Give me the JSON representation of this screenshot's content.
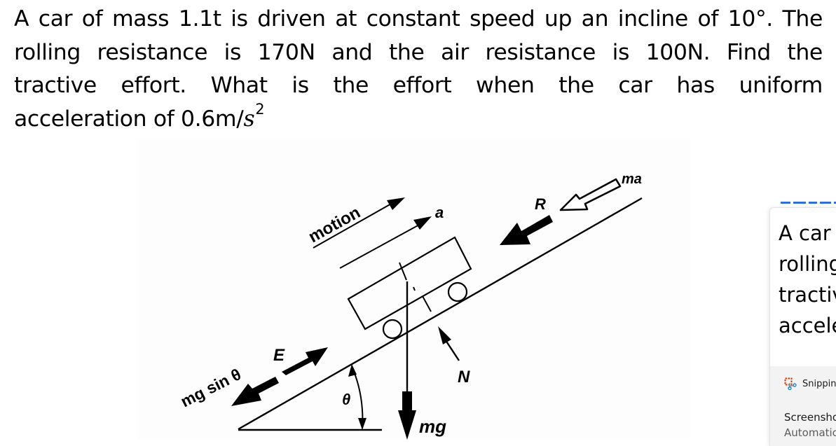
{
  "question": {
    "lines": [
      [
        "A",
        "car",
        "of",
        "mass",
        "1.1t",
        "is",
        "driven",
        "at",
        "constant",
        "speed",
        "up",
        "an",
        "incline",
        "of",
        "10°.",
        "The"
      ],
      [
        "rolling",
        "resistance",
        "is",
        "170N",
        "and",
        "the",
        "air",
        "resistance",
        "is",
        "100N.",
        "Find",
        "the"
      ],
      [
        "tractive",
        "effort.",
        "What",
        "is",
        "the",
        "effort",
        "when",
        "the",
        "car",
        "has",
        "uniform"
      ]
    ],
    "last_line_prefix": "acceleration of 0.6m/",
    "last_line_var": "s",
    "last_line_exponent": "2",
    "values": {
      "mass": "1.1t",
      "incline_angle": "10°",
      "rolling_resistance": "170N",
      "air_resistance": "100N",
      "acceleration": "0.6m/s²"
    }
  },
  "diagram": {
    "labels": {
      "motion": "motion",
      "acceleration": "a",
      "resistance": "R",
      "inertia": "ma",
      "normal": "N",
      "weight": "mg",
      "angle": "θ",
      "effort": "E",
      "component": "mg sin θ"
    },
    "colors": {
      "ink": "#000000",
      "panel": "#fdfdfd"
    }
  },
  "notification": {
    "preview_lines": [
      "A car",
      "rolling",
      "tractiv",
      "accele"
    ],
    "app_name": "Snippin",
    "title": "Screensho",
    "subtitle": "Automatic",
    "accent_color": "#2f6fd6",
    "footer_bg": "#f3f3f3"
  }
}
